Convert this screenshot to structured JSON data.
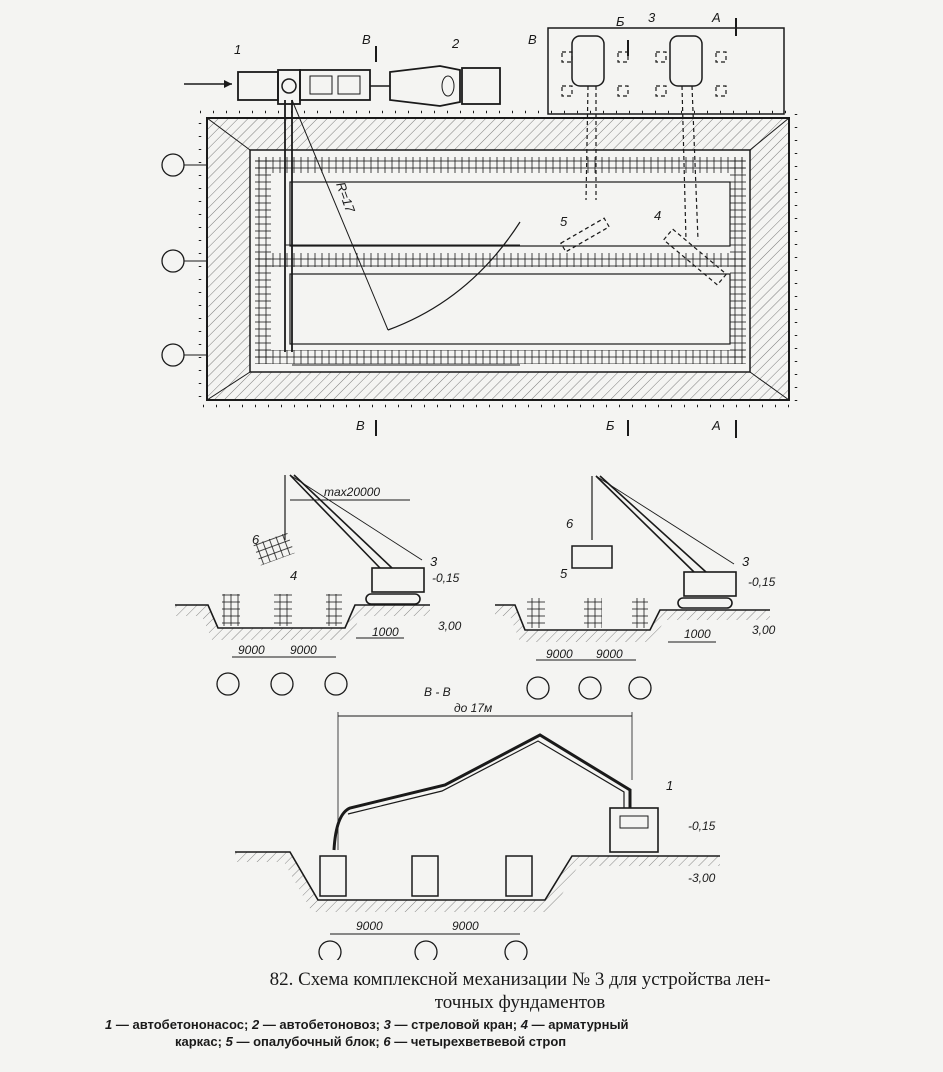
{
  "plan": {
    "items": [
      "1",
      "2",
      "3",
      "4",
      "5"
    ],
    "vehicle_label": "В",
    "radius_label": "R=17",
    "section_marks": [
      "А",
      "Б",
      "В"
    ]
  },
  "sections": {
    "left": {
      "crane_number": "3",
      "strap_number": "6",
      "cage_number": "4",
      "reach": "max20000",
      "level_top": "-0,15",
      "level_bottom": "3,00",
      "offset": "1000",
      "spans": [
        "9000",
        "9000"
      ]
    },
    "right": {
      "crane_number": "3",
      "strap_number": "6",
      "block_number": "5",
      "level_top": "-0,15",
      "level_bottom": "3,00",
      "offset": "1000",
      "spans": [
        "9000",
        "9000"
      ]
    },
    "bottom": {
      "title": "В - В",
      "reach": "до 17м",
      "pump_number": "1",
      "level_top": "-0,15",
      "level_bottom": "-3,00",
      "spans": [
        "9000",
        "9000"
      ]
    }
  },
  "caption": {
    "line1": "82. Схема комплексной механизации № 3 для устройства лен-",
    "line2": "точных фундаментов"
  },
  "legend": [
    {
      "num": "1",
      "text": "— автобетононасос;"
    },
    {
      "num": "2",
      "text": "— автобетоновоз;"
    },
    {
      "num": "3",
      "text": "— стреловой кран;"
    },
    {
      "num": "4",
      "text": "— арматурный"
    },
    {
      "num": "",
      "text": "каркас;"
    },
    {
      "num": "5",
      "text": "— опалубочный блок;"
    },
    {
      "num": "6",
      "text": "— четырехветвевой строп"
    }
  ]
}
